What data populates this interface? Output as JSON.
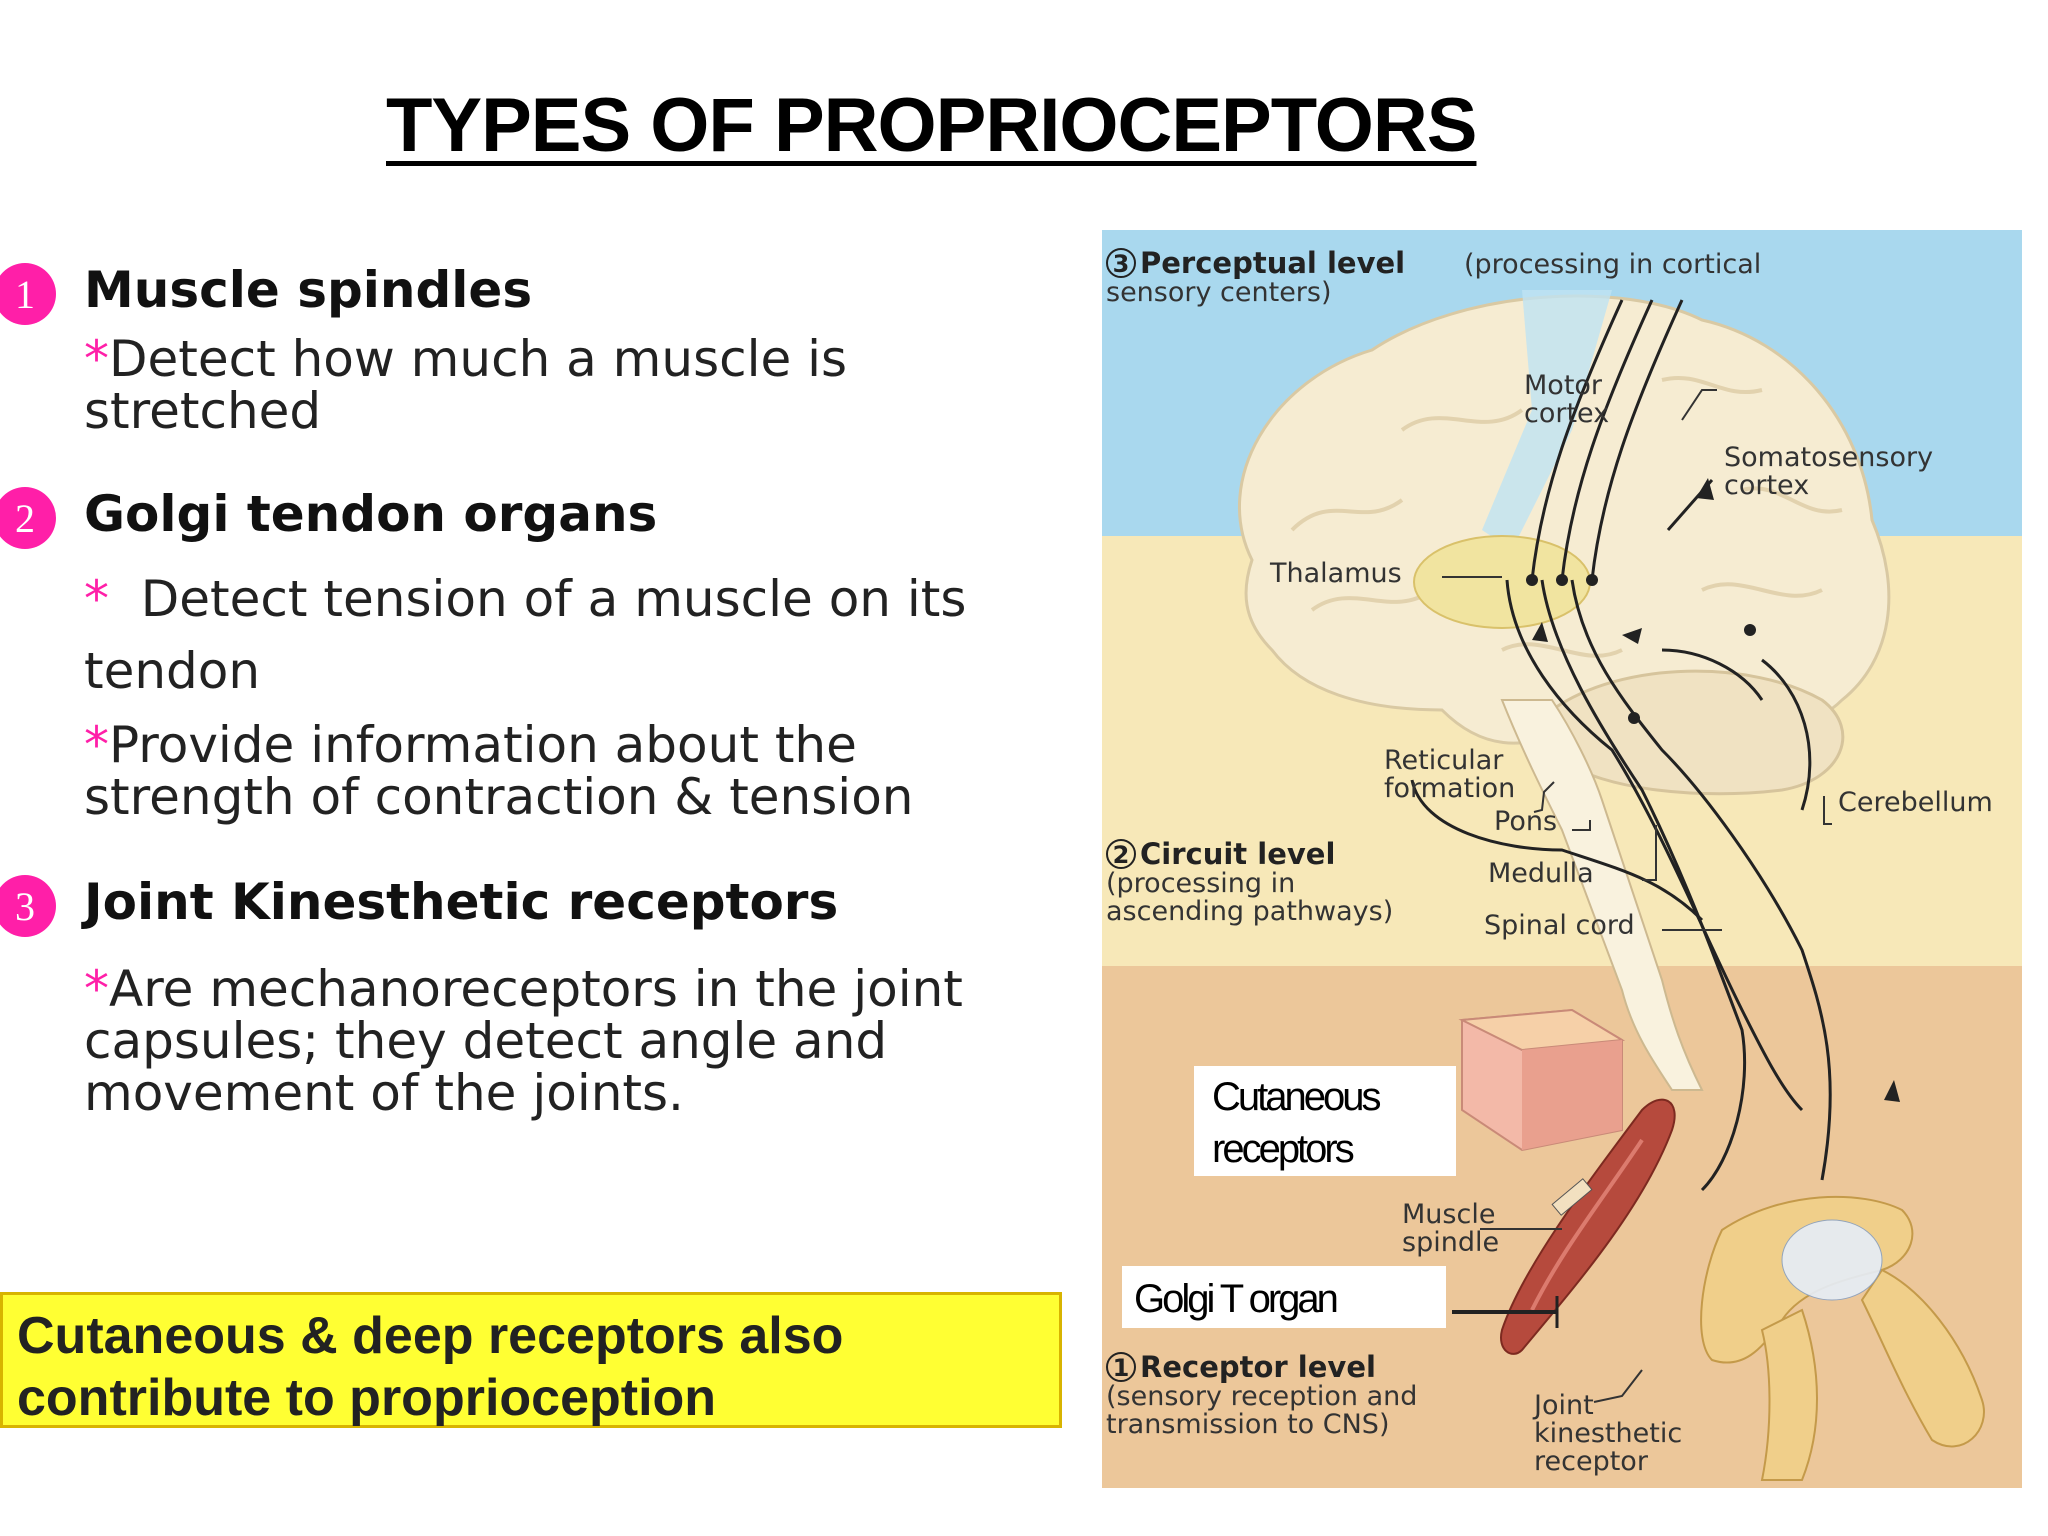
{
  "title": "TYPES OF PROPRIOCEPTORS",
  "items": [
    {
      "number": "1",
      "heading": "Muscle spindles",
      "lines": [
        "Detect how much a muscle is",
        "stretched"
      ]
    },
    {
      "number": "2",
      "heading": "Golgi tendon organs",
      "lines": [
        "Detect tension of a muscle on its",
        "tendon",
        "Provide information about the",
        "strength of contraction & tension"
      ]
    },
    {
      "number": "3",
      "heading": "Joint Kinesthetic receptors",
      "lines": [
        "Are mechanoreceptors in the joint",
        "capsules; they detect angle and",
        "movement of the joints."
      ]
    }
  ],
  "star": "*",
  "note": {
    "line1": "Cutaneous & deep receptors also",
    "line2": "contribute to proprioception"
  },
  "diagram": {
    "perceptual_num": "3",
    "perceptual_bold": "Perceptual level",
    "perceptual_rest": "(processing in cortical",
    "perceptual_line2": "sensory centers)",
    "motor_cortex_1": "Motor",
    "motor_cortex_2": "cortex",
    "somato_1": "Somatosensory",
    "somato_2": "cortex",
    "thalamus": "Thalamus",
    "reticular_1": "Reticular",
    "reticular_2": "formation",
    "pons": "Pons",
    "cerebellum": "Cerebellum",
    "circuit_num": "2",
    "circuit_bold": "Circuit level",
    "circuit_line2": "(processing in",
    "circuit_line3": "ascending pathways)",
    "medulla": "Medulla",
    "spinal_cord": "Spinal cord",
    "cutaneous_1": "Cutaneous",
    "cutaneous_2": "receptors",
    "muscle_spindle_1": "Muscle",
    "muscle_spindle_2": "spindle",
    "golgi": "Golgi T organ",
    "receptor_num": "1",
    "receptor_bold": "Receptor level",
    "receptor_line2": "(sensory reception and",
    "receptor_line3": "transmission to CNS)",
    "joint_1": "Joint",
    "joint_2": "kinesthetic",
    "joint_3": "receptor"
  },
  "colors": {
    "number_badge": "#ff1fa8",
    "note_bg": "#ffff33",
    "sky": "#a9d8ee",
    "mid": "#f7e8b8",
    "low": "#ecc79a"
  }
}
